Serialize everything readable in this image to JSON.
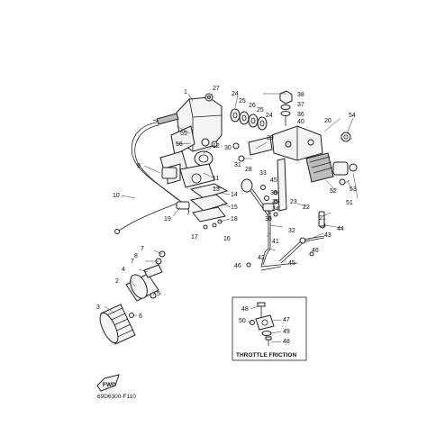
{
  "callouts": {
    "c1": "1",
    "c2": "2",
    "c3": "3",
    "c4": "4",
    "c5": "5",
    "c6": "6",
    "c7a": "7",
    "c7b": "7",
    "c8": "8",
    "c9": "9",
    "c10": "10",
    "c11": "11",
    "c12": "12",
    "c13": "13",
    "c14": "14",
    "c15": "15",
    "c16": "16",
    "c17": "17",
    "c18": "18",
    "c19": "19",
    "c20": "20",
    "c21": "21",
    "c22": "22",
    "c23": "23",
    "c24a": "24",
    "c24b": "24",
    "c25a": "25",
    "c25b": "25",
    "c26": "26",
    "c27": "27",
    "c28": "28",
    "c29": "29",
    "c30": "30",
    "c31": "31",
    "c32": "32",
    "c33": "33",
    "c34": "34",
    "c35": "35",
    "c36a": "36",
    "c36b": "36",
    "c37": "37",
    "c38": "38",
    "c39": "39",
    "c40": "40",
    "c41": "41",
    "c42": "42",
    "c43": "43",
    "c44": "44",
    "c45a": "45",
    "c45b": "45",
    "c46a": "46",
    "c46b": "46",
    "c47": "47",
    "c48a": "48",
    "c48b": "48",
    "c49": "49",
    "c50": "50",
    "c51": "51",
    "c52": "52",
    "c53": "53",
    "c54": "54",
    "c55": "55",
    "c56": "56"
  },
  "inset": {
    "title": "THROTTLE  FRICTION"
  },
  "fwd_marker": "FWD",
  "drawing_code": "69D6300-F110"
}
